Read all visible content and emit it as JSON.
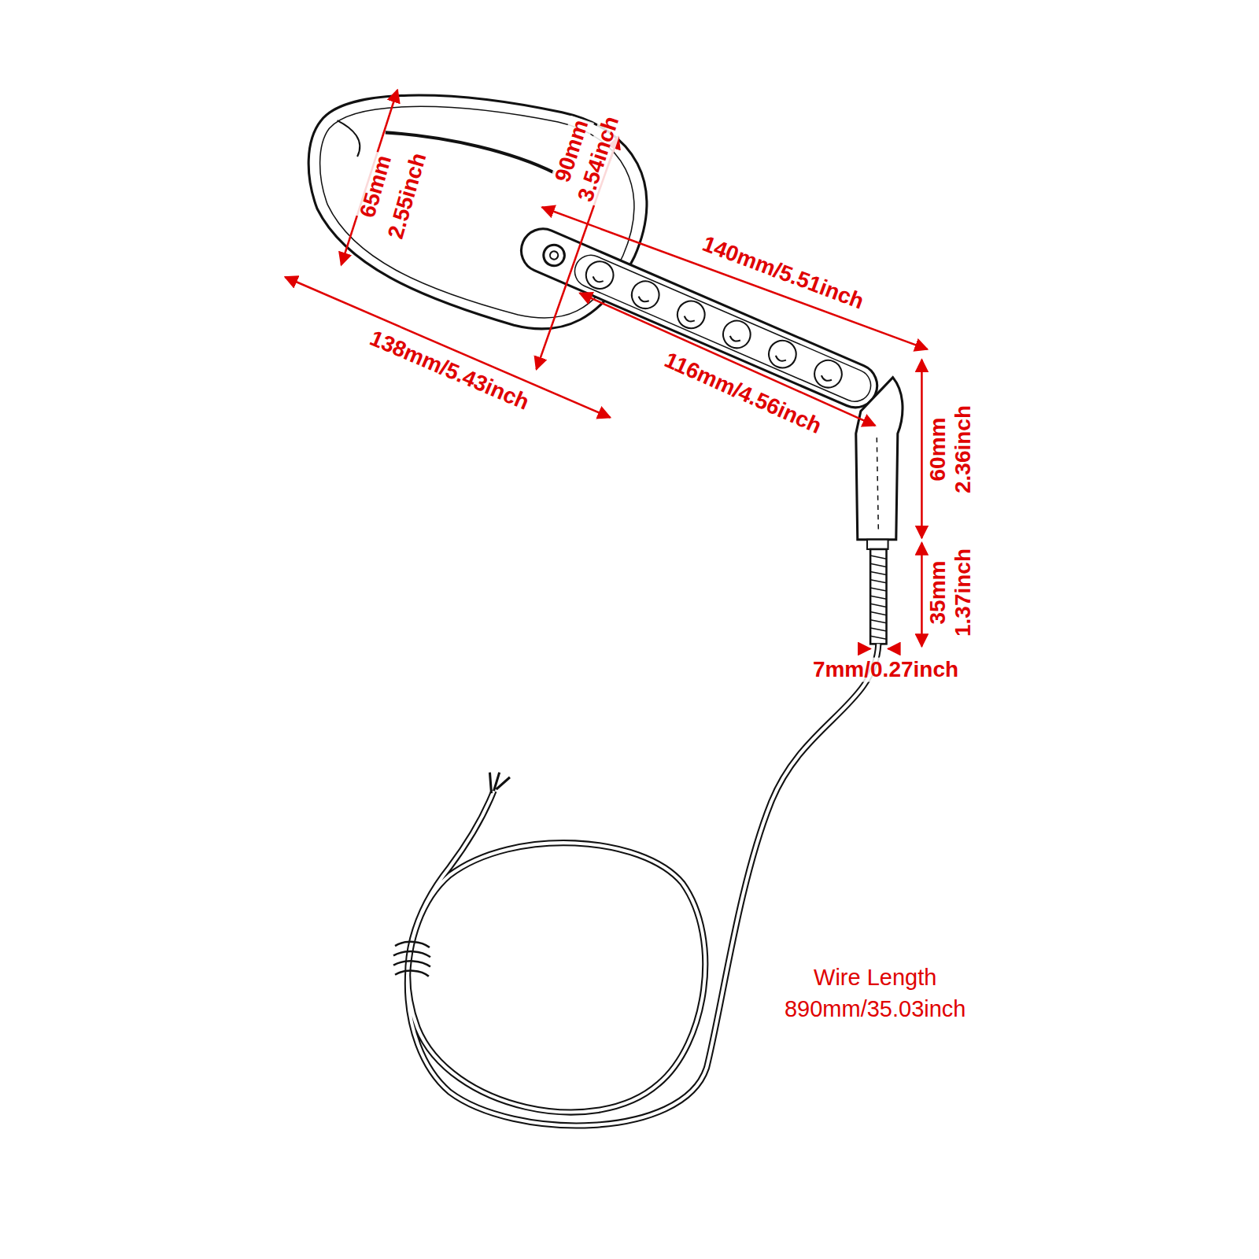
{
  "diagram": {
    "labels": [
      "65mm",
      "2.55inch",
      "90mm",
      "3.54inch",
      "140mm/5.51inch",
      "138mm/5.43inch",
      "116mm/4.56inch",
      "60mm",
      "2.36inch",
      "35mm",
      "1.37inch",
      "7mm/0.27inch",
      "Wire Length",
      "890mm/35.03inch"
    ]
  }
}
